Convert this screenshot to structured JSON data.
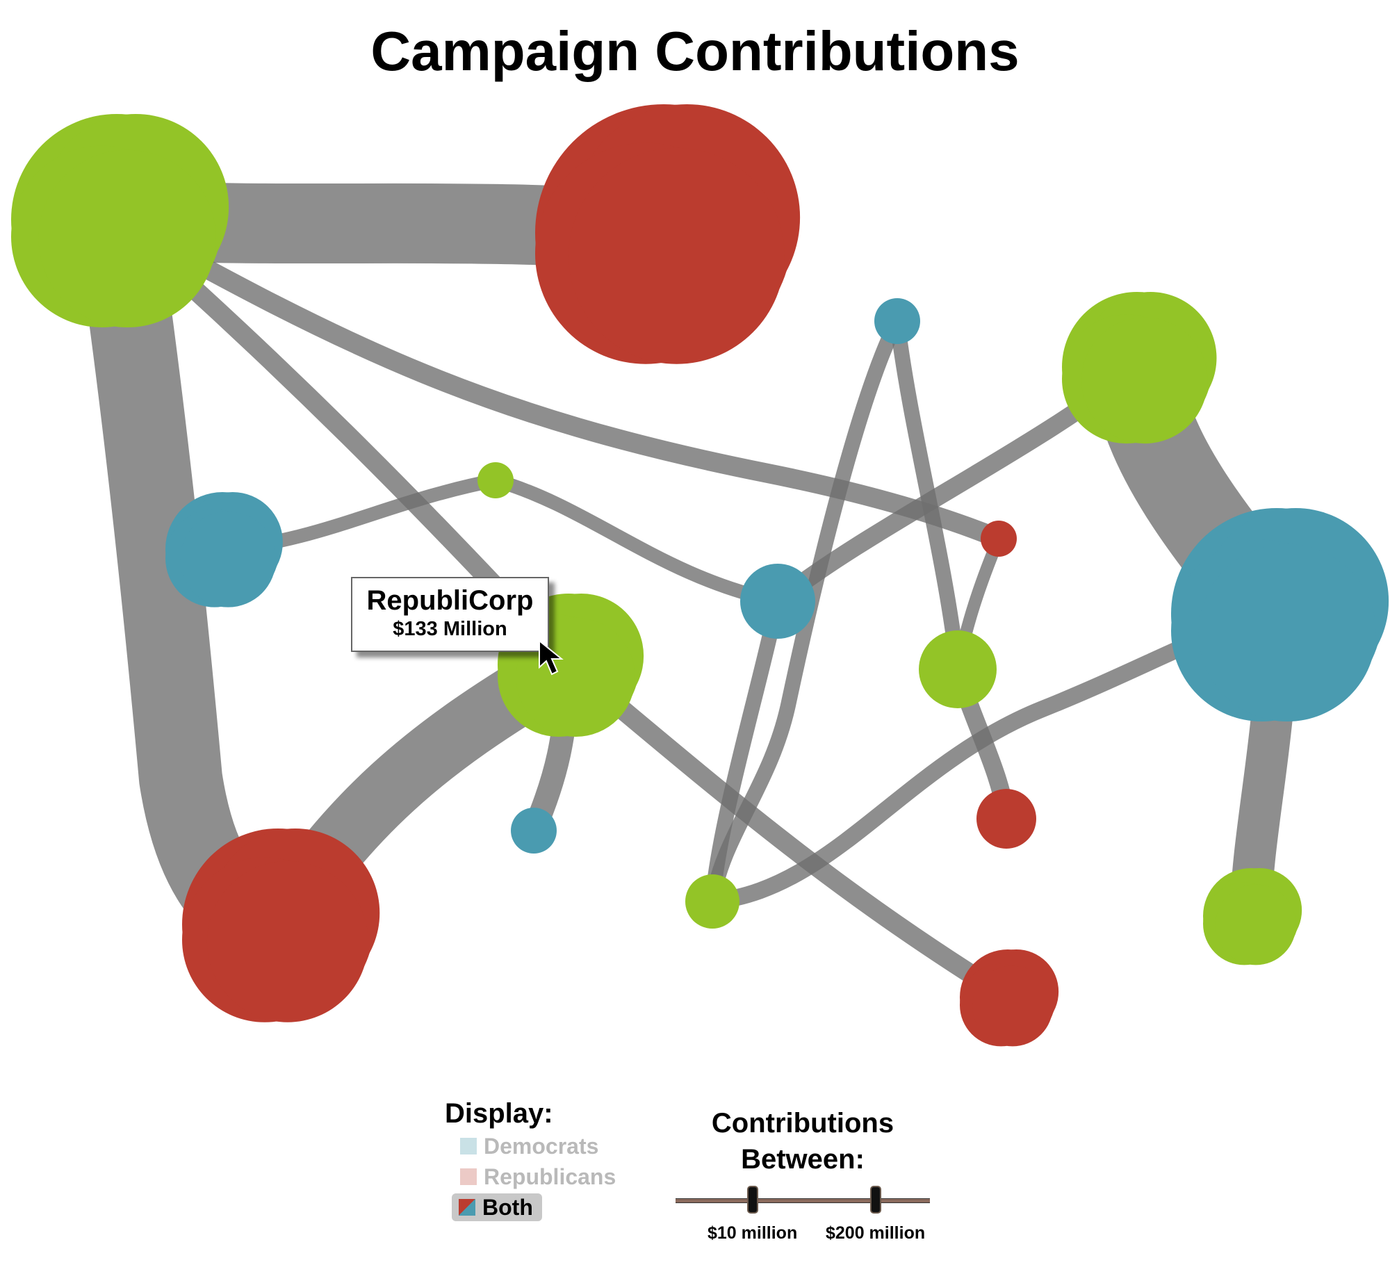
{
  "title": "Campaign Contributions",
  "colors": {
    "democrat": "#4a9bb0",
    "republican": "#bb3c2f",
    "other": "#93c427",
    "link": "#6e6e6e"
  },
  "tooltip": {
    "name": "RepubliCorp",
    "amount": "$133 Million"
  },
  "display": {
    "title": "Display:",
    "options": [
      {
        "label": "Democrats",
        "state": "inactive"
      },
      {
        "label": "Republicans",
        "state": "inactive"
      },
      {
        "label": "Both",
        "state": "selected"
      }
    ]
  },
  "range": {
    "title_line1": "Contributions",
    "title_line2": "Between:",
    "min_label": "$10 million",
    "max_label": "$200 million"
  }
}
